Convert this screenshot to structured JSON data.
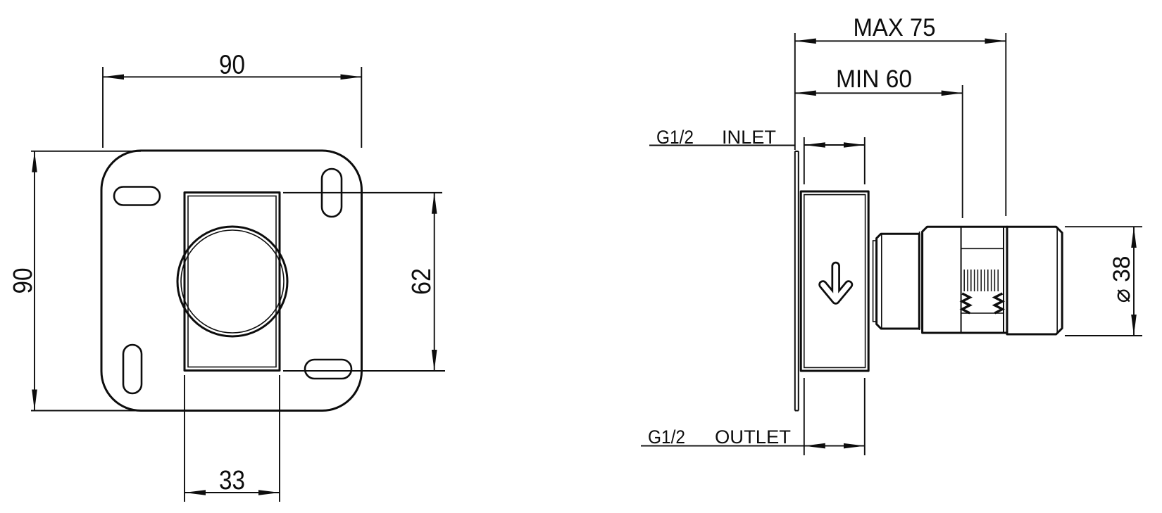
{
  "front_view": {
    "width_label": "90",
    "height_label": "90",
    "cartridge_height_label": "62",
    "cartridge_width_label": "33"
  },
  "side_view": {
    "max_depth_label": "MAX 75",
    "min_depth_label": "MIN 60",
    "inlet": {
      "thread": "G1/2",
      "name": "INLET"
    },
    "outlet": {
      "thread": "G1/2",
      "name": "OUTLET"
    },
    "diameter_label": "⌀ 38"
  },
  "colors": {
    "line": "#0d0d0d",
    "background": "#ffffff"
  }
}
